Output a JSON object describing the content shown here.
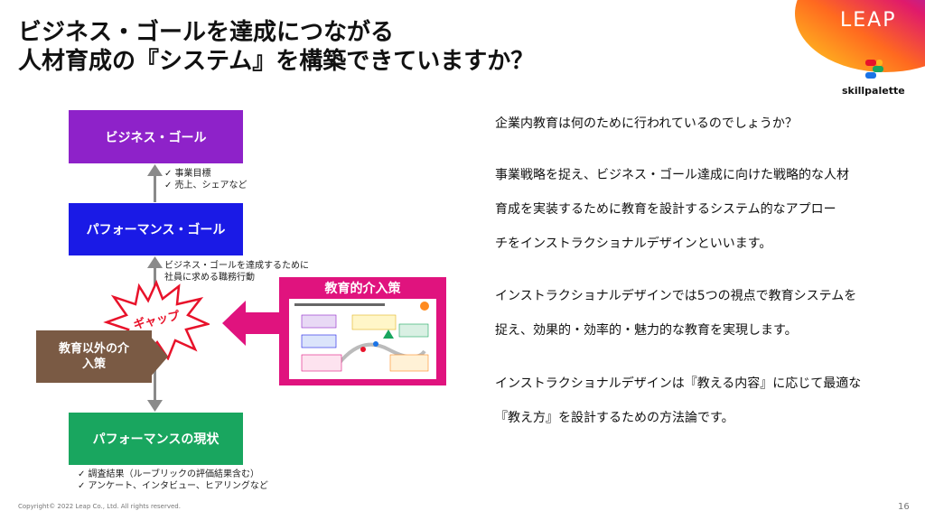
{
  "title": {
    "line1": "ビジネス・ゴールを達成につながる",
    "line2": "人材育成の『システム』を構築できていますか？"
  },
  "logos": {
    "leap": "LEAP",
    "skillpalette": "skillpalette"
  },
  "diagram": {
    "business_goal": "ビジネス・ゴール",
    "business_notes": [
      "✓ 事業目標",
      "✓ 売上、シェアなど"
    ],
    "performance_goal": "パフォーマンス・ゴール",
    "performance_notes": [
      "ビジネス・ゴールを達成するために",
      "社員に求める職務行動"
    ],
    "gap": "ギャップ",
    "non_education": [
      "教育以外の介",
      "入策"
    ],
    "education_intervention": "教育的介入策",
    "current_performance": "パフォーマンスの現状",
    "current_notes": [
      "✓ 調査結果（ルーブリックの評価結果含む）",
      "✓ アンケート、インタビュー、ヒアリングなど"
    ]
  },
  "body": {
    "p1": "企業内教育は何のために行われているのでしょうか？",
    "p2_lines": [
      "事業戦略を捉え、ビジネス・ゴール達成に向けた戦略的な人材",
      "育成を実装するために教育を設計するシステム的なアプロー",
      "チをインストラクショナルデザインといいます。"
    ],
    "p3_lines": [
      "インストラクショナルデザインでは5つの視点で教育システムを",
      "捉え、効果的・効率的・魅力的な教育を実現します。"
    ],
    "p4_lines": [
      "インストラクショナルデザインは『教える内容』に応じて最適な",
      "『教え方』を設計するための方法論です。"
    ]
  },
  "footer": {
    "copyright": "Copyright© 2022 Leap Co., Ltd. All rights reserved.",
    "page": "16"
  },
  "colors": {
    "business": "#8e22c9",
    "performance": "#1a1ae6",
    "current": "#19a65f",
    "intervention": "#e0137e",
    "non_education": "#7a5a44",
    "gap": "#e8122a"
  }
}
